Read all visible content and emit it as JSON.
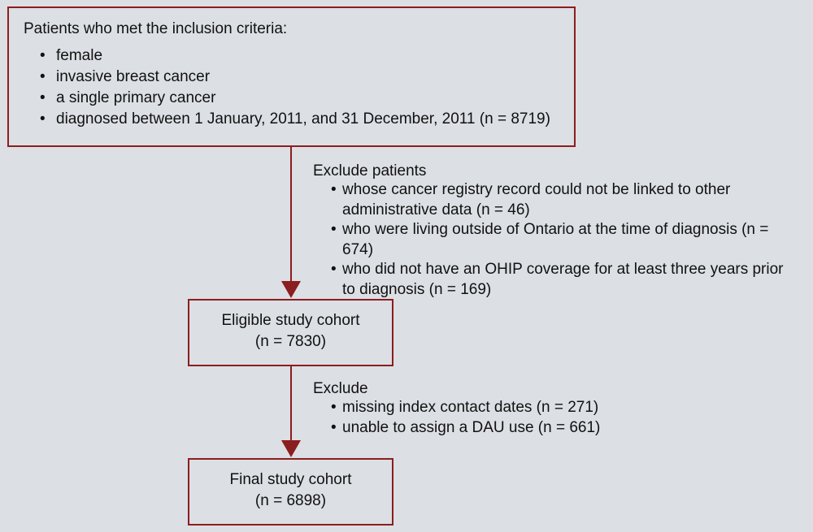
{
  "colors": {
    "border": "#8b1e1e",
    "background": "#dcdfe4",
    "arrow": "#8b1e1e"
  },
  "top_box": {
    "title": "Patients who met the inclusion criteria:",
    "criteria": [
      "female",
      "invasive breast cancer",
      "a single primary cancer",
      "diagnosed between 1 January, 2011, and 31 December, 2011 (n = 8719)"
    ]
  },
  "exclusion_1": {
    "heading": "Exclude patients",
    "items": [
      "whose cancer registry record could not be linked to other administrative data (n = 46)",
      "who were living outside of Ontario at the time of diagnosis (n = 674)",
      "who did not have an OHIP coverage for at least three years prior to diagnosis (n = 169)"
    ]
  },
  "middle_box": {
    "title": "Eligible study cohort",
    "count": "(n = 7830)"
  },
  "exclusion_2": {
    "heading": "Exclude",
    "items": [
      "missing index contact dates (n = 271)",
      "unable to assign a DAU use (n = 661)"
    ]
  },
  "bottom_box": {
    "title": "Final study cohort",
    "count": "(n = 6898)"
  }
}
